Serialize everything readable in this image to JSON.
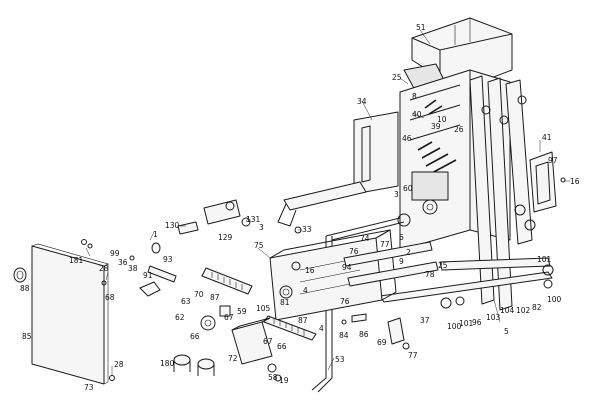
{
  "diagram": {
    "callouts": [
      "51",
      "25",
      "8",
      "40",
      "10",
      "39",
      "26",
      "34",
      "46",
      "41",
      "97",
      "16",
      "3",
      "60",
      "1",
      "130",
      "131",
      "3",
      "33",
      "74",
      "76",
      "77",
      "6",
      "9",
      "25",
      "78",
      "2",
      "99",
      "36",
      "38",
      "91",
      "93",
      "129",
      "75",
      "16",
      "94",
      "4",
      "181",
      "28",
      "68",
      "88",
      "70",
      "87",
      "63",
      "59",
      "67",
      "81",
      "62",
      "66",
      "105",
      "76",
      "84",
      "86",
      "4",
      "87",
      "69",
      "37",
      "101",
      "100",
      "101",
      "96",
      "103",
      "104",
      "102",
      "82",
      "100",
      "5",
      "85",
      "28",
      "73",
      "180",
      "72",
      "67",
      "66",
      "58",
      "19",
      "53",
      "77"
    ]
  }
}
